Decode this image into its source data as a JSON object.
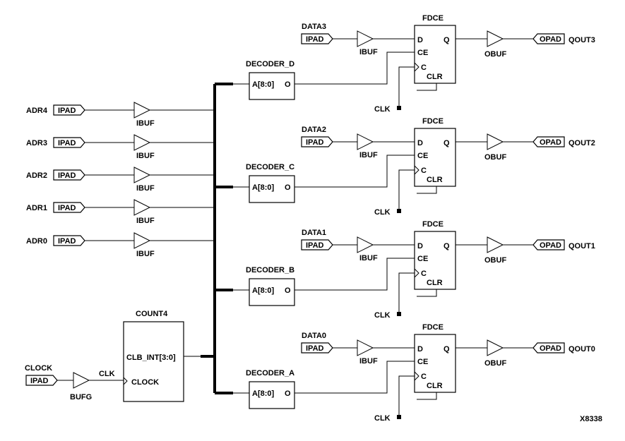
{
  "diagram_id": "X8338",
  "primitives": {
    "input_pad": "IPAD",
    "output_pad": "OPAD",
    "input_buffer": "IBUF",
    "output_buffer": "OBUF",
    "clock_buffer": "BUFG",
    "flipflop": "FDCE"
  },
  "pins": {
    "d": "D",
    "q": "Q",
    "ce": "CE",
    "c": "C",
    "clr": "CLR",
    "dec_in": "A[8:0]",
    "dec_out": "O"
  },
  "address_inputs": [
    "ADR4",
    "ADR3",
    "ADR2",
    "ADR1",
    "ADR0"
  ],
  "clock": {
    "label": "CLOCK",
    "net": "CLK"
  },
  "counter": {
    "name": "COUNT4",
    "output": "CLB_INT[3:0]",
    "clock_pin": "CLOCK"
  },
  "channels": [
    {
      "data": "DATA3",
      "decoder": "DECODER_D",
      "qout": "QOUT3",
      "clk": "CLK"
    },
    {
      "data": "DATA2",
      "decoder": "DECODER_C",
      "qout": "QOUT2",
      "clk": "CLK"
    },
    {
      "data": "DATA1",
      "decoder": "DECODER_B",
      "qout": "QOUT1",
      "clk": "CLK"
    },
    {
      "data": "DATA0",
      "decoder": "DECODER_A",
      "qout": "QOUT0",
      "clk": "CLK"
    }
  ]
}
